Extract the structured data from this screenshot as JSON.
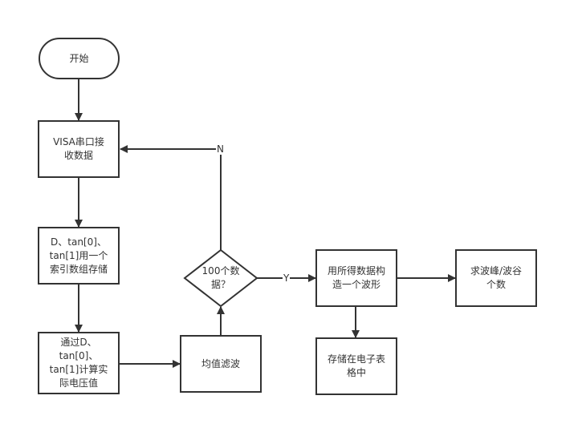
{
  "diagram": {
    "nodes": {
      "start": "开始",
      "visa": "VISA串口接\n收数据",
      "store_index": "D、tan[0]、\ntan[1]用一个\n索引数组存储",
      "calc_voltage": "通过D、\ntan[0]、\ntan[1]计算实\n际电压值",
      "mean_filter": "均值滤波",
      "decision": "100个数\n据？",
      "build_wave": "用所得数据构\n造一个波形",
      "count_peaks": "求波峰/波谷\n个数",
      "save_sheet": "存储在电子表\n格中"
    },
    "edge_labels": {
      "no": "N",
      "yes": "Y"
    },
    "colors": {
      "stroke": "#333333",
      "background": "#ffffff"
    }
  }
}
